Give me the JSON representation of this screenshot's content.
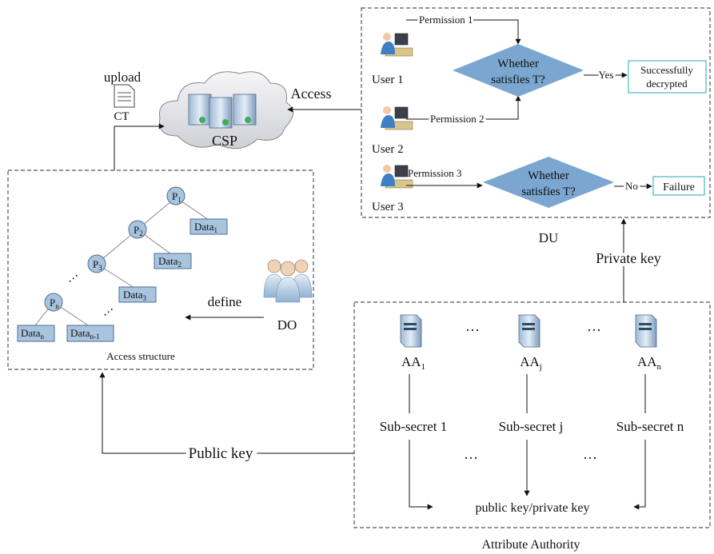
{
  "csp": {
    "label": "CSP",
    "upload_label": "upload",
    "ct_label": "CT",
    "access_label": "Access"
  },
  "du": {
    "label": "DU",
    "users": [
      {
        "label": "User 1",
        "permission": "Permission 1"
      },
      {
        "label": "User 2",
        "permission": "Permission 2"
      },
      {
        "label": "User 3",
        "permission": "Permission 3"
      }
    ],
    "decision_top": {
      "line1": "Whether",
      "line2": "satisfies T?",
      "branch": "Yes",
      "result_line1": "Successfully",
      "result_line2": "decrypted"
    },
    "decision_bottom": {
      "line1": "Whether",
      "line2": "satisfies T?",
      "branch": "No",
      "result": "Failure"
    }
  },
  "do": {
    "label": "DO",
    "define_label": "define"
  },
  "access_structure": {
    "caption": "Access structure",
    "nodes": [
      {
        "main": "P",
        "sub": "1"
      },
      {
        "main": "P",
        "sub": "2"
      },
      {
        "main": "P",
        "sub": "3"
      },
      {
        "main": "P",
        "sub": "n"
      }
    ],
    "data": [
      {
        "main": "Data",
        "sub": "1"
      },
      {
        "main": "Data",
        "sub": "2"
      },
      {
        "main": "Data",
        "sub": "3"
      },
      {
        "main": "Data",
        "sub": "n"
      },
      {
        "main": "Data",
        "sub": "n-1"
      }
    ],
    "ellipsis": "…"
  },
  "aa": {
    "label": "Attribute Authority",
    "private_key_label": "Private key",
    "public_key_label": "Public key",
    "ellipsis": "…",
    "authorities": [
      {
        "main": "AA",
        "sub": "1",
        "subsecret": "Sub-secret 1"
      },
      {
        "main": "AA",
        "sub": "j",
        "subsecret": "Sub-secret j"
      },
      {
        "main": "AA",
        "sub": "n",
        "subsecret": "Sub-secret n"
      }
    ],
    "keys_label": "public key/private key"
  },
  "colors": {
    "diamond_fill": "#7aa6cf",
    "data_fill": "#a9c4de",
    "node_fill": "#a9c4de",
    "result_border": "#2aa7b8",
    "dash": "#555555",
    "server_body": "#c9d8e8",
    "cloud_fill": "#e9e9ec"
  }
}
